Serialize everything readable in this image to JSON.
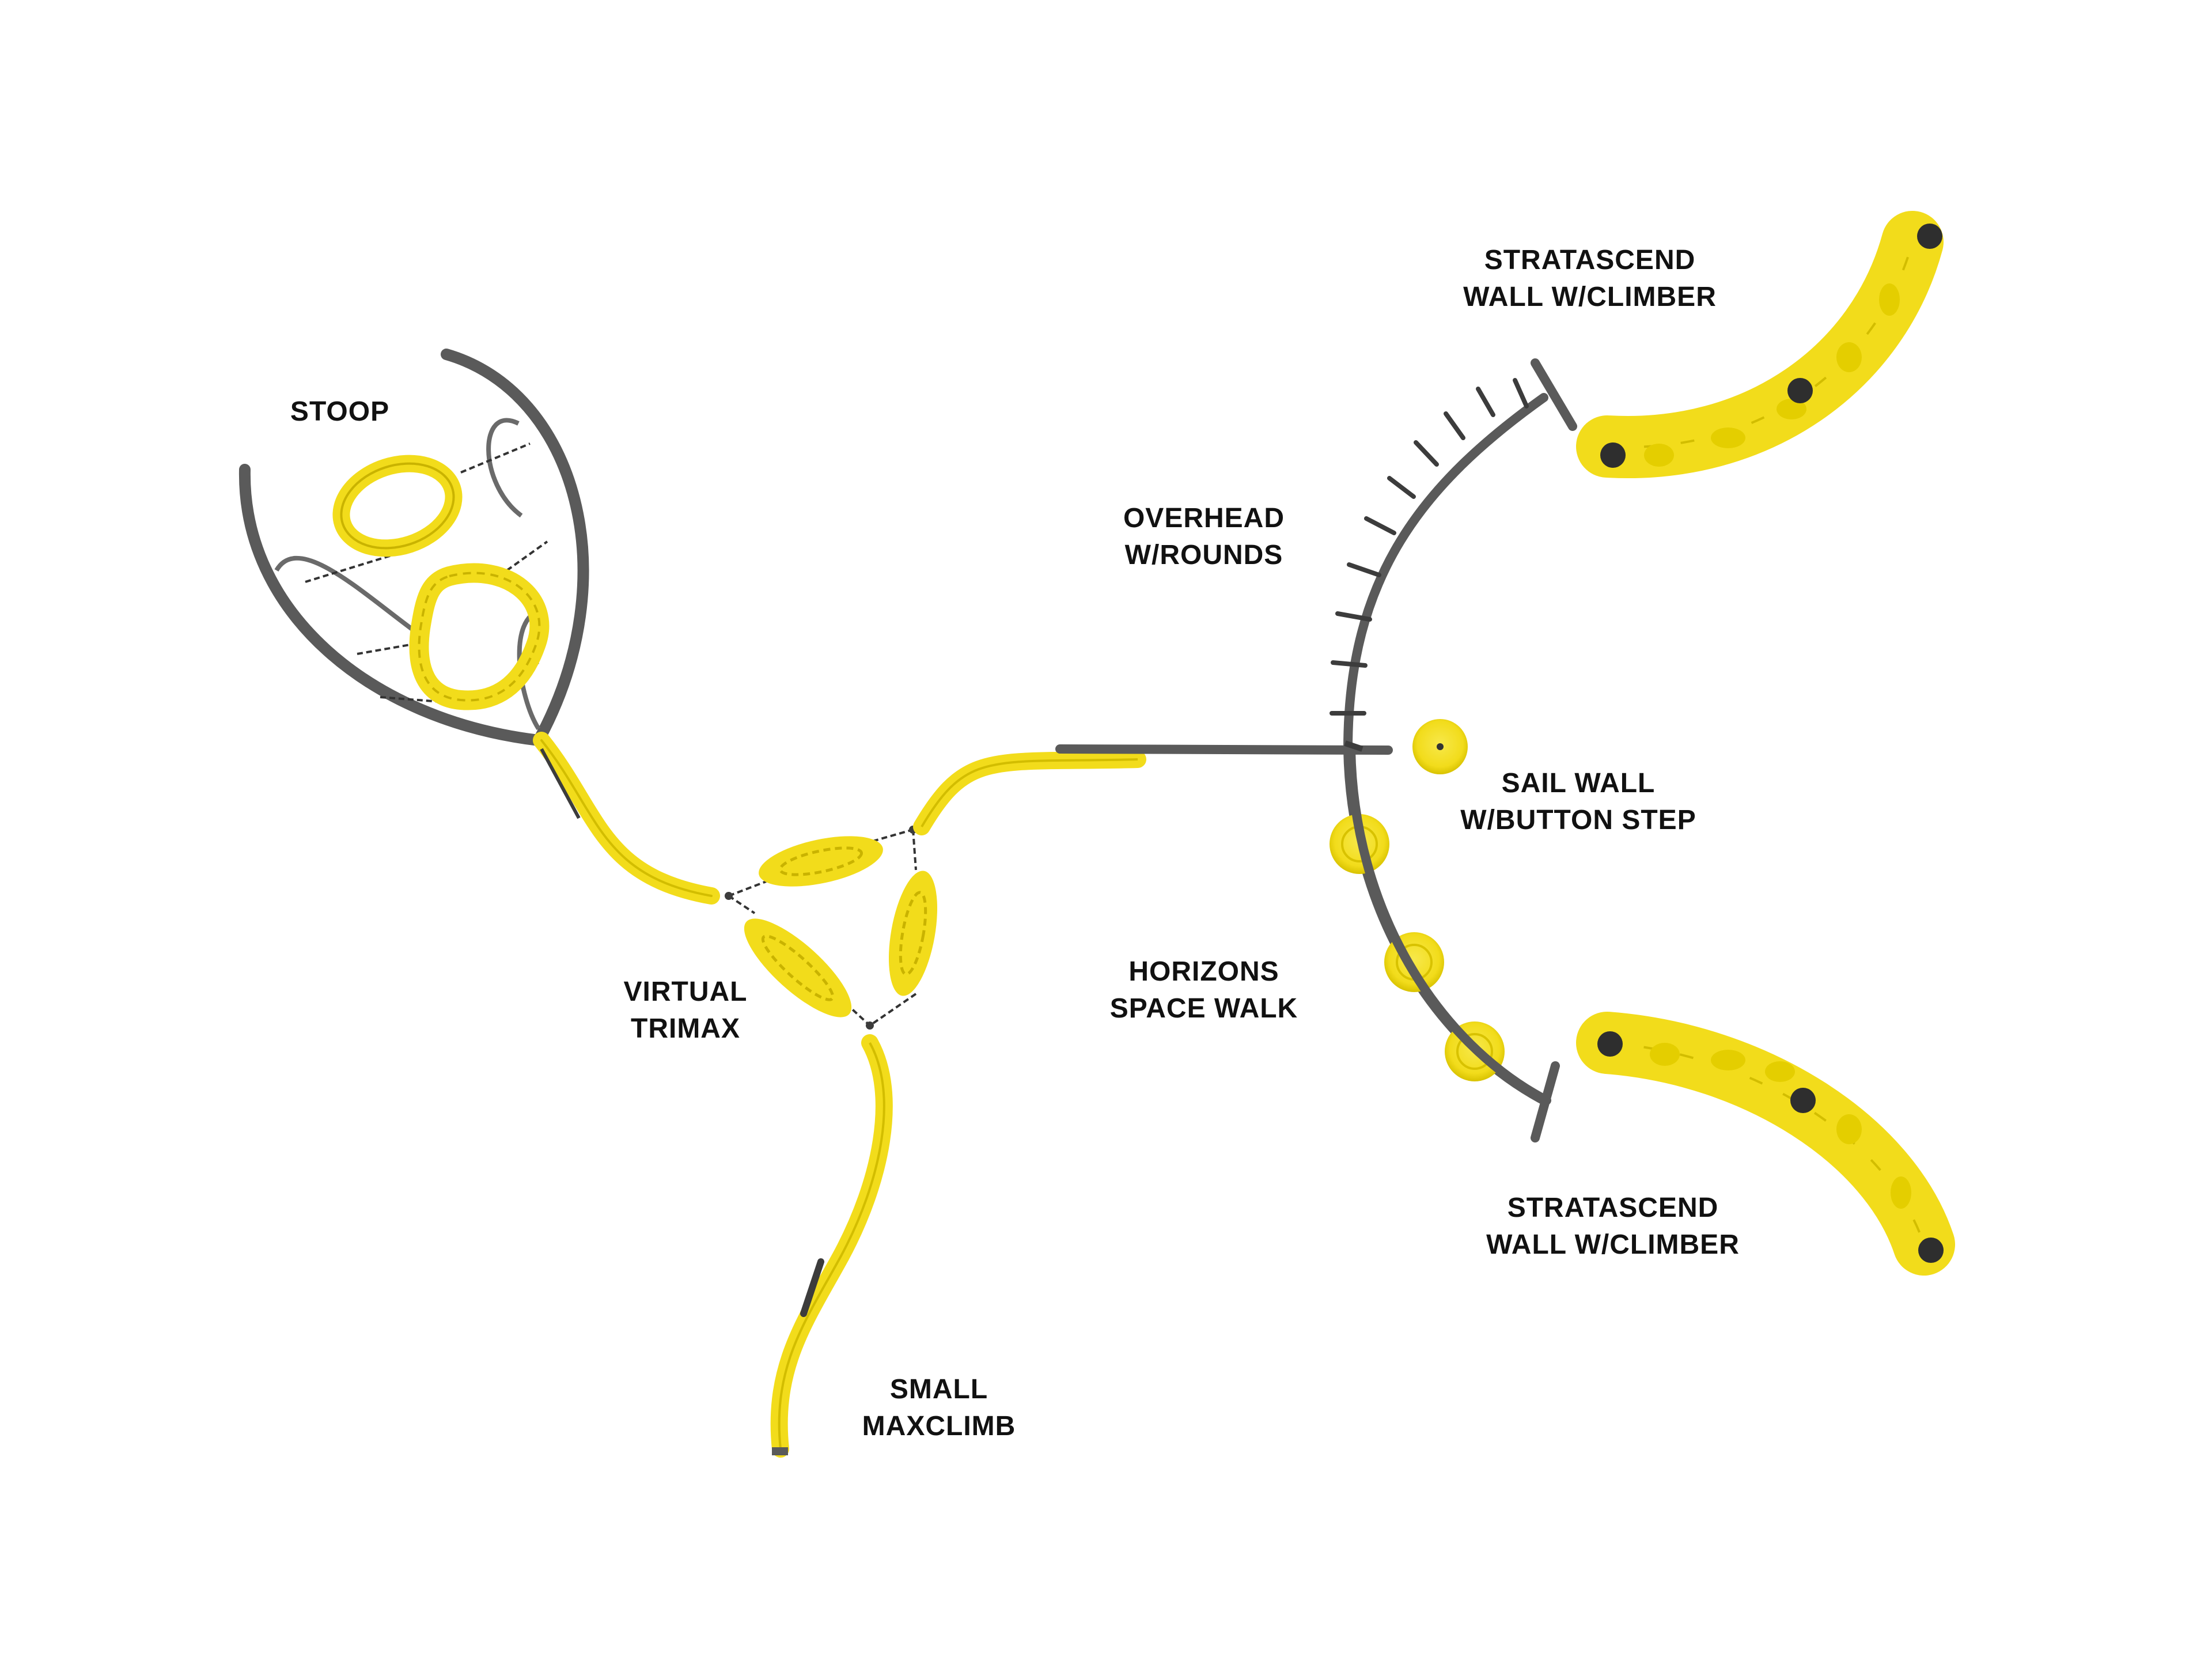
{
  "colors": {
    "background": "#ffffff",
    "yellow": "#f2dc1b",
    "yellow_dark": "#c9b300",
    "steel": "#5a5a5a",
    "steel_dark": "#3c3c3c",
    "text": "#111111"
  },
  "labels": {
    "stoop": "STOOP",
    "stratascend_top_1": "STRATASCEND",
    "stratascend_top_2": "WALL W/CLIMBER",
    "overhead_1": "OVERHEAD",
    "overhead_2": "W/ROUNDS",
    "sail_wall_1": "SAIL WALL",
    "sail_wall_2": "W/BUTTON STEP",
    "horizons_1": "HORIZONS",
    "horizons_2": "SPACE WALK",
    "virtual_1": "VIRTUAL",
    "virtual_2": "TRIMAX",
    "stratascend_bottom_1": "STRATASCEND",
    "stratascend_bottom_2": "WALL W/CLIMBER",
    "small_1": "SMALL",
    "small_2": "MAXCLIMB"
  }
}
